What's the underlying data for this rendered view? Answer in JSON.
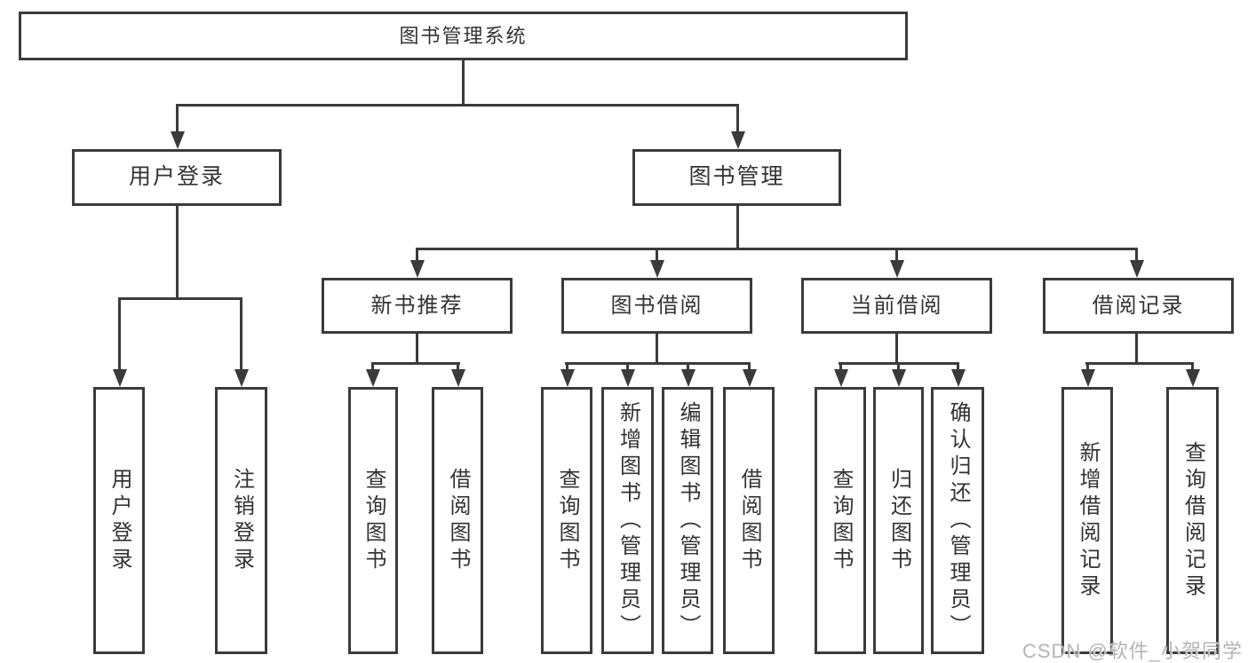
{
  "tree": {
    "label": "图书管理系统",
    "children": [
      {
        "label": "用户登录",
        "children": [
          {
            "label": "用户登录"
          },
          {
            "label": "注销登录"
          }
        ]
      },
      {
        "label": "图书管理",
        "children": [
          {
            "label": "新书推荐",
            "children": [
              {
                "label": "查询图书"
              },
              {
                "label": "借阅图书"
              }
            ]
          },
          {
            "label": "图书借阅",
            "children": [
              {
                "label": "查询图书"
              },
              {
                "label": "新增图书（管理员）"
              },
              {
                "label": "编辑图书（管理员）"
              },
              {
                "label": "借阅图书"
              }
            ]
          },
          {
            "label": "当前借阅",
            "children": [
              {
                "label": "查询图书"
              },
              {
                "label": "归还图书"
              },
              {
                "label": "确认归还（管理员）"
              }
            ]
          },
          {
            "label": "借阅记录",
            "children": [
              {
                "label": "新增借阅记录"
              },
              {
                "label": "查询借阅记录"
              }
            ]
          }
        ]
      }
    ]
  },
  "watermark": {
    "text": "CSDN @软件_小贺同学"
  },
  "colors": {
    "line": "#3b3b3b",
    "box_border": "#3b3b3b",
    "text": "#333333",
    "background": "#ffffff",
    "watermark": "#b4b4b4"
  }
}
